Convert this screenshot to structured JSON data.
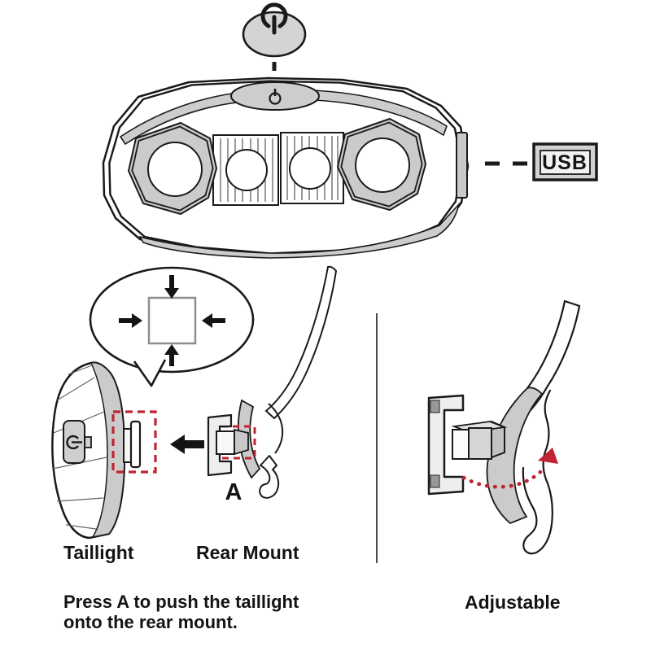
{
  "diagram": {
    "labels": {
      "usb": "USB",
      "press_point": "A",
      "taillight": "Taillight",
      "rear_mount": "Rear Mount",
      "adjustable": "Adjustable"
    },
    "instructions": {
      "line1": "Press A  to push the taillight",
      "line2": "onto the rear mount."
    },
    "icons": {
      "power_button": "power-icon",
      "usb_port": "usb-port-flap-icon",
      "press_in": "inward-arrows-icon",
      "push": "left-arrow-icon",
      "rotation": "curved-dotted-arrow-icon"
    },
    "colors": {
      "outline": "#1a1a1a",
      "gray": "#cdcdcd",
      "accent_red": "#bf2430"
    }
  }
}
